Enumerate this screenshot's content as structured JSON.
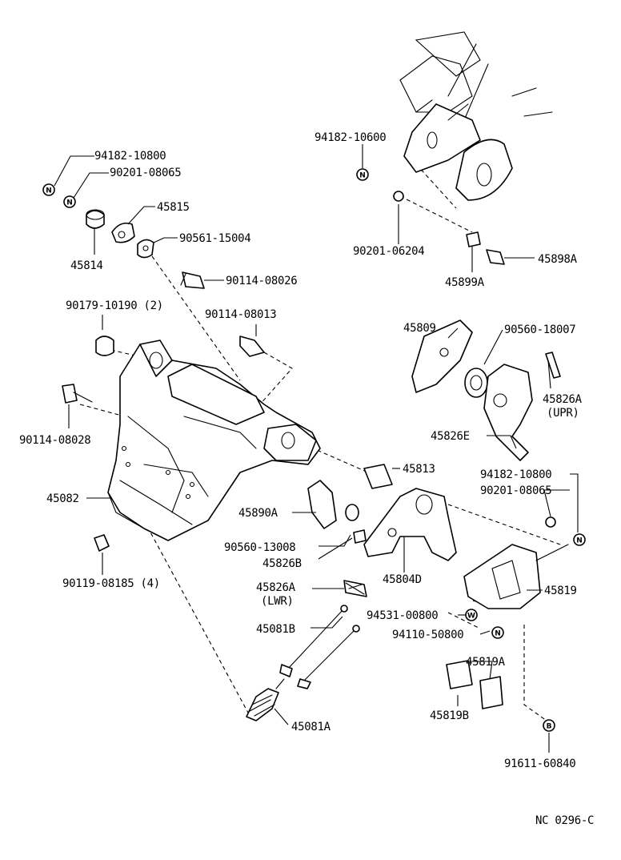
{
  "diagram": {
    "footer_code": "NC  0296-C",
    "labels": [
      {
        "id": "p1",
        "text": "94182-10800"
      },
      {
        "id": "p2",
        "text": "90201-08065"
      },
      {
        "id": "p3",
        "text": "45815"
      },
      {
        "id": "p4",
        "text": "90561-15004"
      },
      {
        "id": "p5",
        "text": "45814"
      },
      {
        "id": "p6",
        "text": "90114-08026"
      },
      {
        "id": "p7",
        "text": "90179-10190 (2)"
      },
      {
        "id": "p8",
        "text": "90114-08013"
      },
      {
        "id": "p9",
        "text": "90114-08028"
      },
      {
        "id": "p10",
        "text": "45082"
      },
      {
        "id": "p11",
        "text": "90119-08185 (4)"
      },
      {
        "id": "p12",
        "text": "94182-10600"
      },
      {
        "id": "p13",
        "text": "90201-06204"
      },
      {
        "id": "p14",
        "text": "45899A"
      },
      {
        "id": "p15",
        "text": "45898A"
      },
      {
        "id": "p16",
        "text": "45809"
      },
      {
        "id": "p17",
        "text": "90560-18007"
      },
      {
        "id": "p18",
        "text": "45826A"
      },
      {
        "id": "p19",
        "text": "(UPR)"
      },
      {
        "id": "p20",
        "text": "45826E"
      },
      {
        "id": "p21",
        "text": "45813"
      },
      {
        "id": "p22",
        "text": "94182-10800"
      },
      {
        "id": "p23",
        "text": "90201-08065"
      },
      {
        "id": "p24",
        "text": "45890A"
      },
      {
        "id": "p25",
        "text": "90560-13008"
      },
      {
        "id": "p26",
        "text": "45826B"
      },
      {
        "id": "p27",
        "text": "45804D"
      },
      {
        "id": "p28",
        "text": "45826A"
      },
      {
        "id": "p29",
        "text": "(LWR)"
      },
      {
        "id": "p30",
        "text": "45819"
      },
      {
        "id": "p31",
        "text": "94531-00800"
      },
      {
        "id": "p32",
        "text": "94110-50800"
      },
      {
        "id": "p33",
        "text": "45081B"
      },
      {
        "id": "p34",
        "text": "45819A"
      },
      {
        "id": "p35",
        "text": "45081A"
      },
      {
        "id": "p36",
        "text": "45819B"
      },
      {
        "id": "p37",
        "text": "91611-60840"
      }
    ],
    "symbols": [
      {
        "id": "s1",
        "letter": "N"
      },
      {
        "id": "s2",
        "letter": "N"
      },
      {
        "id": "s3",
        "letter": "N"
      },
      {
        "id": "s4",
        "letter": "N"
      },
      {
        "id": "s5",
        "letter": "W"
      },
      {
        "id": "s6",
        "letter": "N"
      },
      {
        "id": "s7",
        "letter": "B"
      }
    ]
  }
}
